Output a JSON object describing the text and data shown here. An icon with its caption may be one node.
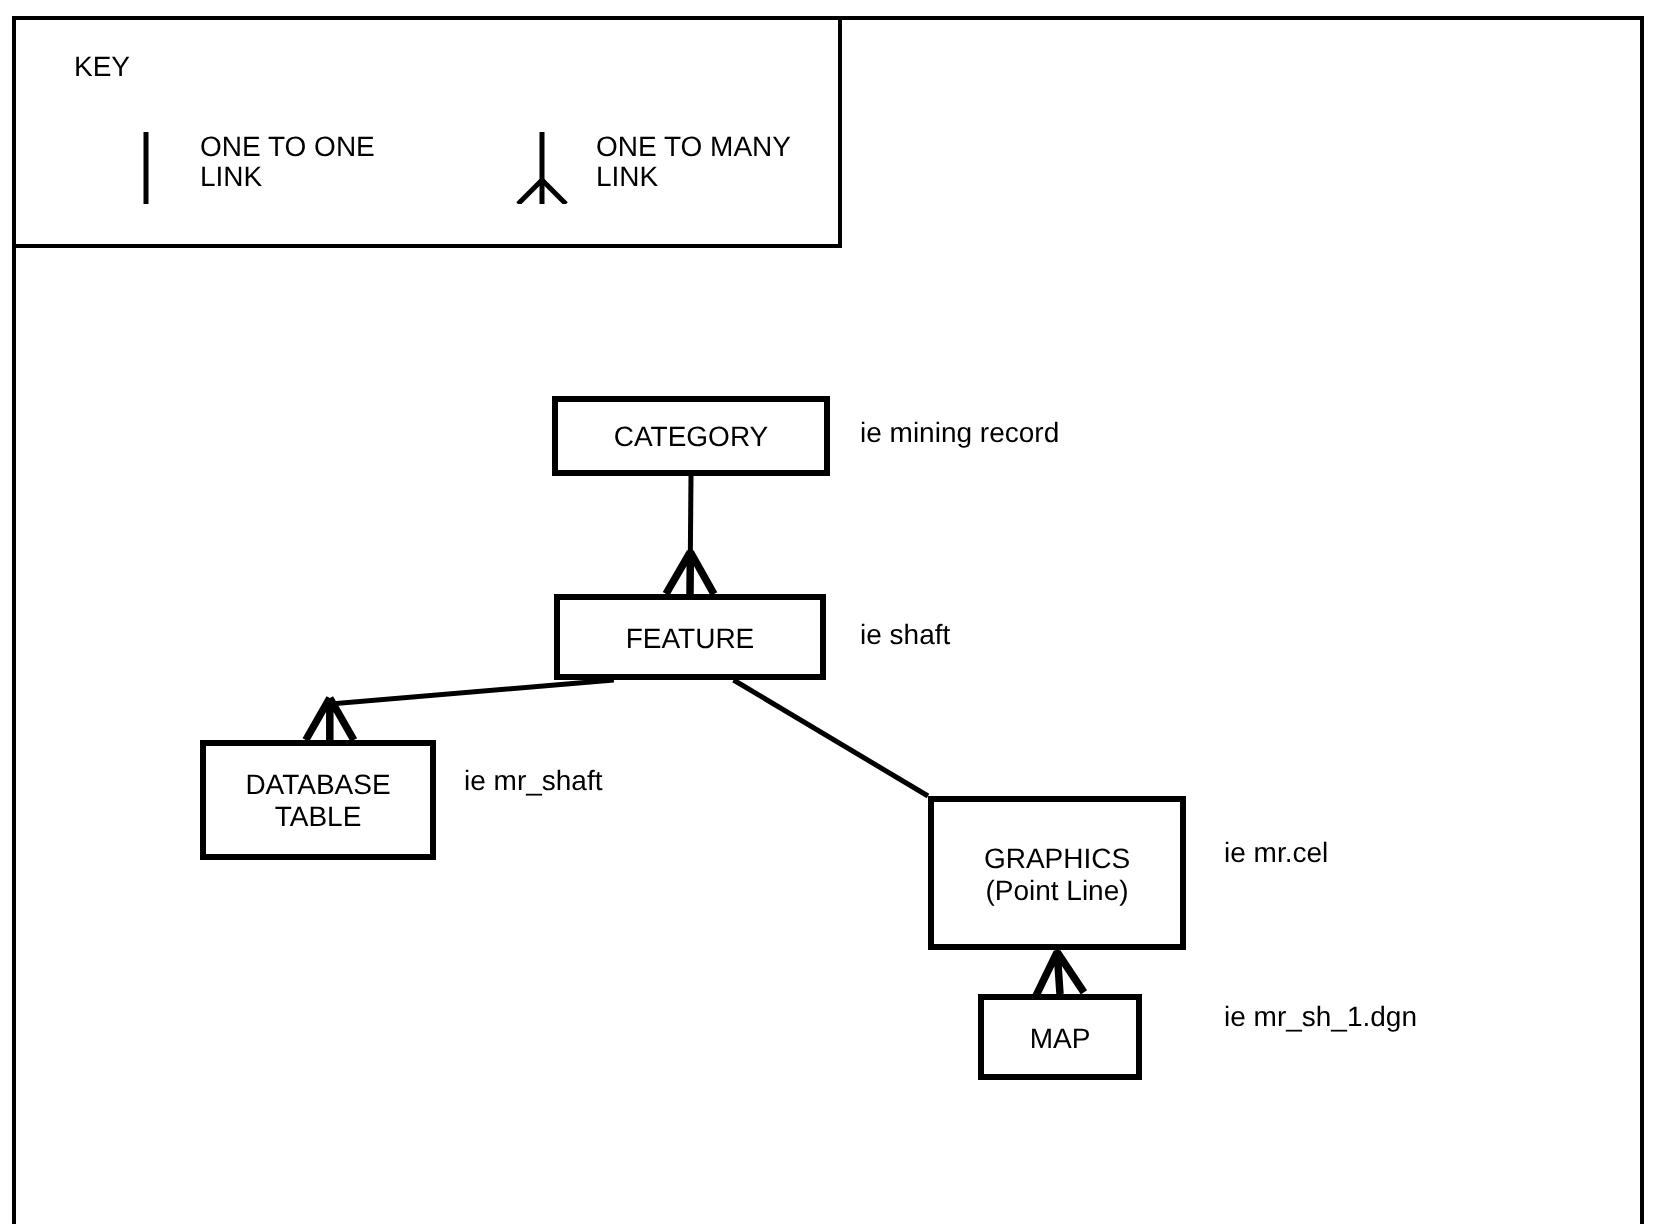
{
  "diagram": {
    "nodes": [
      {
        "text": [
          "CATEGORY"
        ],
        "beside": [
          "ie mining record"
        ]
      },
      {
        "text": [
          "FEATURE"
        ],
        "beside": [
          "ie shaft"
        ]
      },
      {
        "text": [
          "DATABASE TABLE"
        ],
        "beside": [
          "ie mr_shaft"
        ]
      },
      {
        "text": [
          "GRAPHICS (Point Line)"
        ],
        "beside": [
          "ie mr.cel"
        ]
      },
      {
        "text": [
          "MAP"
        ],
        "beside": [
          "ie mr_sh_1.dgn"
        ]
      }
    ],
    "edges": [
      {
        "from": 0,
        "to": 1,
        "arrow": "other"
      },
      {
        "from": 1,
        "to": 2,
        "arrow": "other"
      },
      {
        "from": 1,
        "to": 3,
        "arrow": "none"
      },
      {
        "from": 3,
        "to": 4,
        "arrow": "other"
      }
    ],
    "labels": [
      "KEY"
    ],
    "legend": [
      {
        "text": "ONE TO ONE LINK"
      },
      {
        "text": "ONE TO MANY LINK"
      }
    ]
  }
}
